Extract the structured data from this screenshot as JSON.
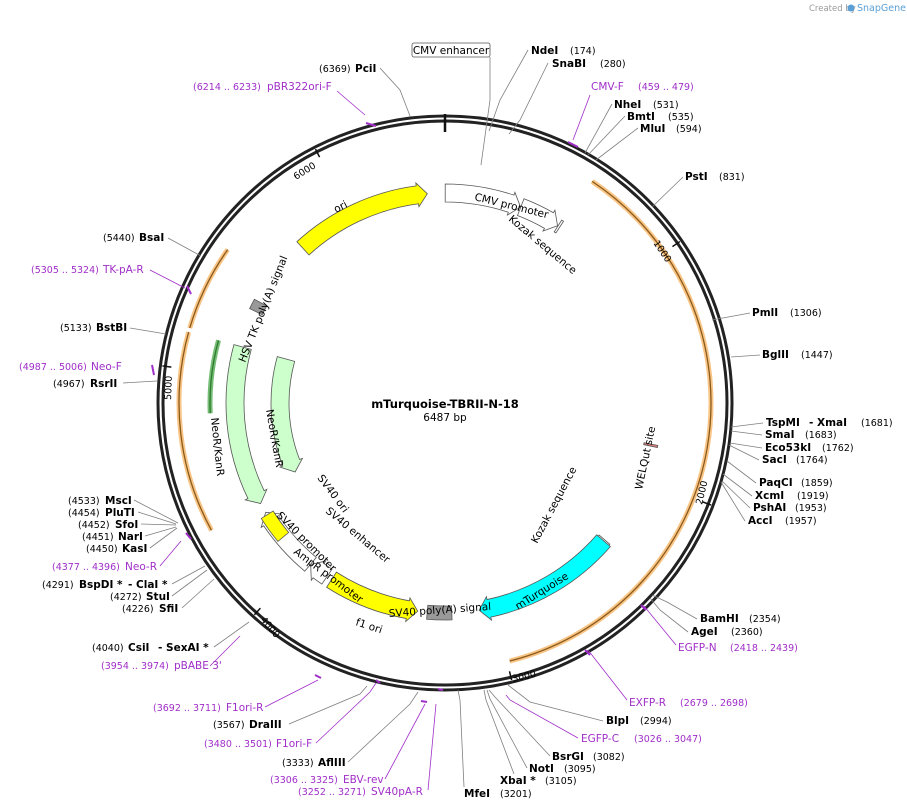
{
  "credit": {
    "prefix": "Created by",
    "brand": "SnapGene"
  },
  "map": {
    "name": "mTurquoise-TBRII-N-18",
    "length_label": "6487 bp",
    "length": 6487
  },
  "ticks": [
    "1000",
    "2000",
    "3000",
    "4000",
    "5000",
    "6000"
  ],
  "features": [
    {
      "id": "cmv-enhancer",
      "label": "CMV enhancer",
      "start": 1,
      "end": 380,
      "dir": 1,
      "color": "#ffffff",
      "ring": 0,
      "kind": "arrow"
    },
    {
      "id": "cmv-promoter",
      "label": "CMV promoter",
      "start": 381,
      "end": 584,
      "dir": 1,
      "color": "#ffffff",
      "ring": 0,
      "kind": "arrow"
    },
    {
      "id": "kozak-1",
      "label": "Kozak sequence",
      "start": 587,
      "end": 596,
      "dir": 1,
      "color": "#ffffff",
      "ring": 0,
      "kind": "site"
    },
    {
      "id": "tbrii-orf",
      "label": "",
      "start": 605,
      "end": 2990,
      "dir": 1,
      "color": "#f7b25e",
      "ring": 1,
      "kind": "thin"
    },
    {
      "id": "welqut",
      "label": "WELQut site",
      "start": 1820,
      "end": 1840,
      "dir": 1,
      "color": "#e27e7e",
      "ring": 0,
      "kind": "site"
    },
    {
      "id": "kozak-2",
      "label": "Kozak sequence",
      "start": 2354,
      "end": 2363,
      "dir": 1,
      "color": "#ffffff",
      "ring": 0,
      "kind": "site"
    },
    {
      "id": "mturquoise",
      "label": "mTurquoise",
      "start": 2360,
      "end": 3075,
      "dir": 1,
      "color": "#00ffff",
      "ring": 0,
      "kind": "arrow"
    },
    {
      "id": "sv40-polya",
      "label": "SV40 poly(A) signal",
      "start": 3210,
      "end": 3331,
      "dir": 1,
      "color": "#999999",
      "ring": 0,
      "kind": "box"
    },
    {
      "id": "f1-ori",
      "label": "f1 ori",
      "start": 3378,
      "end": 3833,
      "dir": -1,
      "color": "#ffff00",
      "ring": 0,
      "kind": "arrow"
    },
    {
      "id": "ampr-promoter",
      "label": "AmpR promoter",
      "start": 3860,
      "end": 3960,
      "dir": 1,
      "color": "#ffffff",
      "ring": 0,
      "kind": "arrow"
    },
    {
      "id": "sv40-promoter",
      "label": "SV40 promoter",
      "start": 3961,
      "end": 4300,
      "dir": 1,
      "color": "#ffffff",
      "ring": 0,
      "kind": "arrow"
    },
    {
      "id": "sv40-ori",
      "label": "SV40 ori",
      "start": 4151,
      "end": 4286,
      "dir": 1,
      "color": "#ffff00",
      "ring": 0,
      "kind": "box"
    },
    {
      "id": "sv40-enhancer",
      "label": "SV40 enhancer",
      "start": 4060,
      "end": 4300,
      "dir": 1,
      "color": "#ffff00",
      "ring": -1,
      "kind": "none"
    },
    {
      "id": "neor-1",
      "label": "NeoR/KanR",
      "start": 4350,
      "end": 5144,
      "dir": -1,
      "color": "#ccffcc",
      "ring": 0,
      "kind": "arrow"
    },
    {
      "id": "neor-2",
      "label": "NeoR/KanR",
      "start": 4420,
      "end": 5144,
      "dir": -1,
      "color": "#ccffcc",
      "ring": -1,
      "kind": "arrow"
    },
    {
      "id": "neo-orf",
      "label": "",
      "start": 4350,
      "end": 5144,
      "dir": -1,
      "color": "#f7b25e",
      "ring": 1,
      "kind": "thin"
    },
    {
      "id": "neo-orf-2",
      "label": "",
      "start": 4820,
      "end": 5144,
      "dir": 1,
      "color": "#47a647",
      "ring": 0.6,
      "kind": "thin"
    },
    {
      "id": "hsv-tk",
      "label": "HSV TK poly(A) signal",
      "start": 5330,
      "end": 5380,
      "dir": 1,
      "color": "#999999",
      "ring": 0,
      "kind": "box"
    },
    {
      "id": "tk-orf",
      "label": "",
      "start": 5160,
      "end": 5500,
      "dir": 1,
      "color": "#f7b25e",
      "ring": 1,
      "kind": "thin"
    },
    {
      "id": "ori",
      "label": "ori",
      "start": 5720,
      "end": 6400,
      "dir": 1,
      "color": "#ffff00",
      "ring": 0,
      "kind": "arrow"
    }
  ],
  "sites": [
    {
      "name": "NdeI",
      "pos": "(174)"
    },
    {
      "name": "SnaBI",
      "pos": "(280)"
    },
    {
      "name": "NheI",
      "pos": "(531)"
    },
    {
      "name": "BmtI",
      "pos": "(535)"
    },
    {
      "name": "MluI",
      "pos": "(594)"
    },
    {
      "name": "PstI",
      "pos": "(831)"
    },
    {
      "name": "PmlI",
      "pos": "(1306)"
    },
    {
      "name": "BglII",
      "pos": "(1447)"
    },
    {
      "name": "TspMI",
      "pos": ""
    },
    {
      "name": "- XmaI",
      "pos": "(1681)"
    },
    {
      "name": "SmaI",
      "pos": "(1683)"
    },
    {
      "name": "Eco53kI",
      "pos": "(1762)"
    },
    {
      "name": "SacI",
      "pos": "(1764)"
    },
    {
      "name": "PaqCI",
      "pos": "(1859)"
    },
    {
      "name": "XcmI",
      "pos": "(1919)"
    },
    {
      "name": "PshAI",
      "pos": "(1953)"
    },
    {
      "name": "AccI",
      "pos": "(1957)"
    },
    {
      "name": "BamHI",
      "pos": "(2354)"
    },
    {
      "name": "AgeI",
      "pos": "(2360)"
    },
    {
      "name": "BlpI",
      "pos": "(2994)"
    },
    {
      "name": "BsrGI",
      "pos": "(3082)"
    },
    {
      "name": "NotI",
      "pos": "(3095)"
    },
    {
      "name": "XbaI *",
      "pos": "(3105)"
    },
    {
      "name": "MfeI",
      "pos": "(3201)"
    },
    {
      "name": "AflIII",
      "pos": "(3333)"
    },
    {
      "name": "DraIII",
      "pos": "(3567)"
    },
    {
      "name": "CsiI",
      "pos": "(4040)"
    },
    {
      "name": "- SexAI *",
      "pos": ""
    },
    {
      "name": "SfiI",
      "pos": "(4226)"
    },
    {
      "name": "StuI",
      "pos": "(4272)"
    },
    {
      "name": "BspDI *",
      "pos": "(4291)"
    },
    {
      "name": "- ClaI *",
      "pos": ""
    },
    {
      "name": "KasI",
      "pos": "(4450)"
    },
    {
      "name": "NarI",
      "pos": "(4451)"
    },
    {
      "name": "SfoI",
      "pos": "(4452)"
    },
    {
      "name": "PluTI",
      "pos": "(4454)"
    },
    {
      "name": "MscI",
      "pos": "(4533)"
    },
    {
      "name": "RsrII",
      "pos": "(4967)"
    },
    {
      "name": "BstBI",
      "pos": "(5133)"
    },
    {
      "name": "BsaI",
      "pos": "(5440)"
    },
    {
      "name": "PciI",
      "pos": "(6369)"
    }
  ],
  "primers": [
    {
      "name": "pBR322ori-F",
      "pos": "(6214 .. 6233)"
    },
    {
      "name": "CMV-F",
      "pos": "(459 .. 479)"
    },
    {
      "name": "TK-pA-R",
      "pos": "(5305 .. 5324)"
    },
    {
      "name": "Neo-F",
      "pos": "(4987 .. 5006)"
    },
    {
      "name": "Neo-R",
      "pos": "(4377 .. 4396)"
    },
    {
      "name": "pBABE 3'",
      "pos": "(3954 .. 3974)"
    },
    {
      "name": "F1ori-R",
      "pos": "(3692 .. 3711)"
    },
    {
      "name": "F1ori-F",
      "pos": "(3480 .. 3501)"
    },
    {
      "name": "EBV-rev",
      "pos": "(3306 .. 3325)"
    },
    {
      "name": "SV40pA-R",
      "pos": "(3252 .. 3271)"
    },
    {
      "name": "EGFP-N",
      "pos": "(2418 .. 2439)"
    },
    {
      "name": "EXFP-R",
      "pos": "(2679 .. 2698)"
    },
    {
      "name": "EGFP-C",
      "pos": "(3026 .. 3047)"
    }
  ]
}
